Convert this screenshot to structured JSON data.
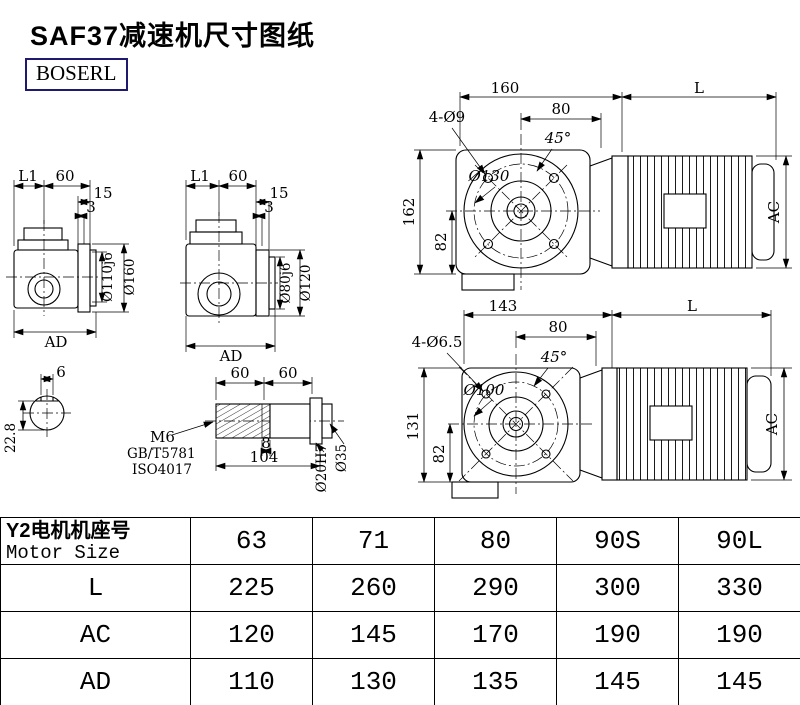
{
  "title": "SAF37减速机尺寸图纸",
  "logo_text": "BOSERL",
  "drawing": {
    "side_view_1": {
      "L1": "L1",
      "d60": "60",
      "d15": "15",
      "d3": "3",
      "dia_inner": "Ø110j6",
      "dia_outer": "Ø160",
      "AD": "AD"
    },
    "side_view_2": {
      "L1": "L1",
      "d60": "60",
      "d15": "15",
      "d3": "3",
      "dia_inner": "Ø80j6",
      "dia_outer": "Ø120",
      "AD": "AD"
    },
    "front_view_1": {
      "width": "160",
      "L": "L",
      "bolt_holes": "4-Ø9",
      "d80": "80",
      "angle": "45°",
      "bolt_circle": "Ø130",
      "height": "162",
      "d82": "82",
      "AC": "AC"
    },
    "front_view_2": {
      "width": "143",
      "L": "L",
      "bolt_holes": "4-Ø6.5",
      "d80": "80",
      "angle": "45°",
      "bolt_circle": "Ø100",
      "height": "131",
      "d82": "82",
      "AC": "AC"
    },
    "shaft_section": {
      "d6": "6",
      "d228": "22.8"
    },
    "shaft_detail": {
      "d60a": "60",
      "d60b": "60",
      "thread": "M6",
      "standard1": "GB/T5781",
      "standard2": "ISO4017",
      "d8": "8",
      "d104": "104",
      "dia_shaft": "Ø20H7",
      "dia_step": "Ø35"
    }
  },
  "table": {
    "header": {
      "cn": "Y2电机机座号",
      "en": "Motor Size"
    },
    "motor_sizes": [
      "63",
      "71",
      "80",
      "90S",
      "90L"
    ],
    "rows": [
      {
        "label": "L",
        "values": [
          "225",
          "260",
          "290",
          "300",
          "330"
        ]
      },
      {
        "label": "AC",
        "values": [
          "120",
          "145",
          "170",
          "190",
          "190"
        ]
      },
      {
        "label": "AD",
        "values": [
          "110",
          "130",
          "135",
          "145",
          "145"
        ]
      }
    ]
  }
}
